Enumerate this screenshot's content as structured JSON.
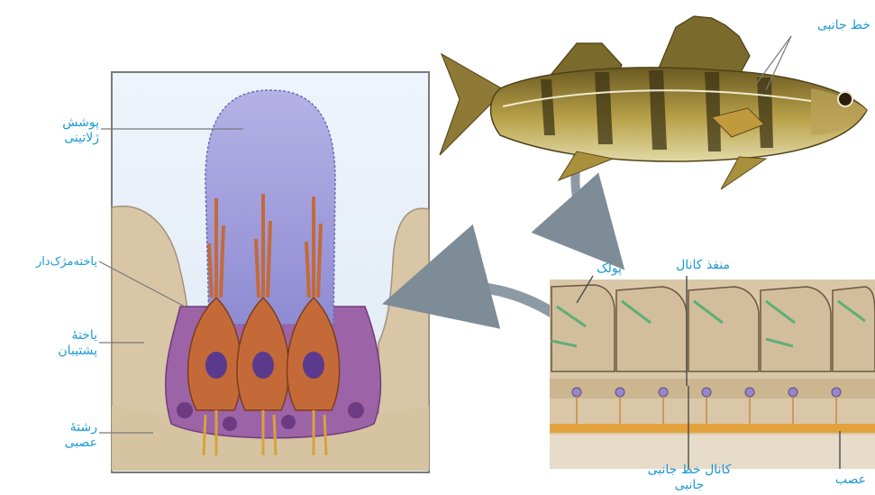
{
  "labels": {
    "gel_cover_line1": "پوشش",
    "gel_cover_line2": "ژلاتینی",
    "ciliated_cell": "یاخته‌مژک‌دار",
    "support_cell_line1": "یاختهٔ",
    "support_cell_line2": "پشتیبان",
    "nerve_fiber_line1": "رشتهٔ",
    "nerve_fiber_line2": "عصبی",
    "lateral_line": "خط جانبی",
    "scale": "پولک",
    "canal_opening": "منفذ کانال",
    "lateral_line_canal_line1": "کانال خط جانبی",
    "lateral_line_canal_line2": "جانبی",
    "nerve": "عصب"
  },
  "colors": {
    "label": "#1c9ad6",
    "gel": "#a9a6dc",
    "hair_cell": "#c56a3a",
    "support_cell": "#9a5da0",
    "tissue": "#d9c7a8",
    "arrow": "#8c9aa3"
  }
}
